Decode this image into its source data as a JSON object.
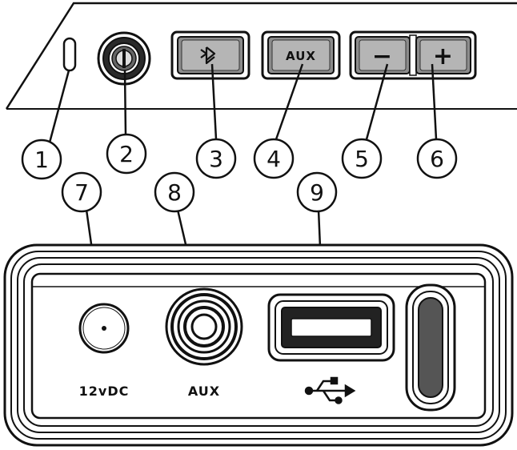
{
  "callouts": [
    {
      "number": "1",
      "label": ""
    },
    {
      "number": "2",
      "label": ""
    },
    {
      "number": "3",
      "label": ""
    },
    {
      "number": "4",
      "label": ""
    },
    {
      "number": "5",
      "label": ""
    },
    {
      "number": "6",
      "label": ""
    },
    {
      "number": "7",
      "label": ""
    },
    {
      "number": "8",
      "label": ""
    },
    {
      "number": "9",
      "label": ""
    }
  ],
  "upper_panel": {
    "aux_button_label": "AUX",
    "volume_down_label": "−",
    "volume_up_label": "+",
    "bluetooth_icon": "bluetooth-icon"
  },
  "lower_panel": {
    "power_label": "12vDC",
    "aux_label": "AUX",
    "usb_icon": "usb-icon"
  },
  "colors": {
    "line": "#111111",
    "background": "#ffffff",
    "button_fill": "#9a9a9a"
  }
}
